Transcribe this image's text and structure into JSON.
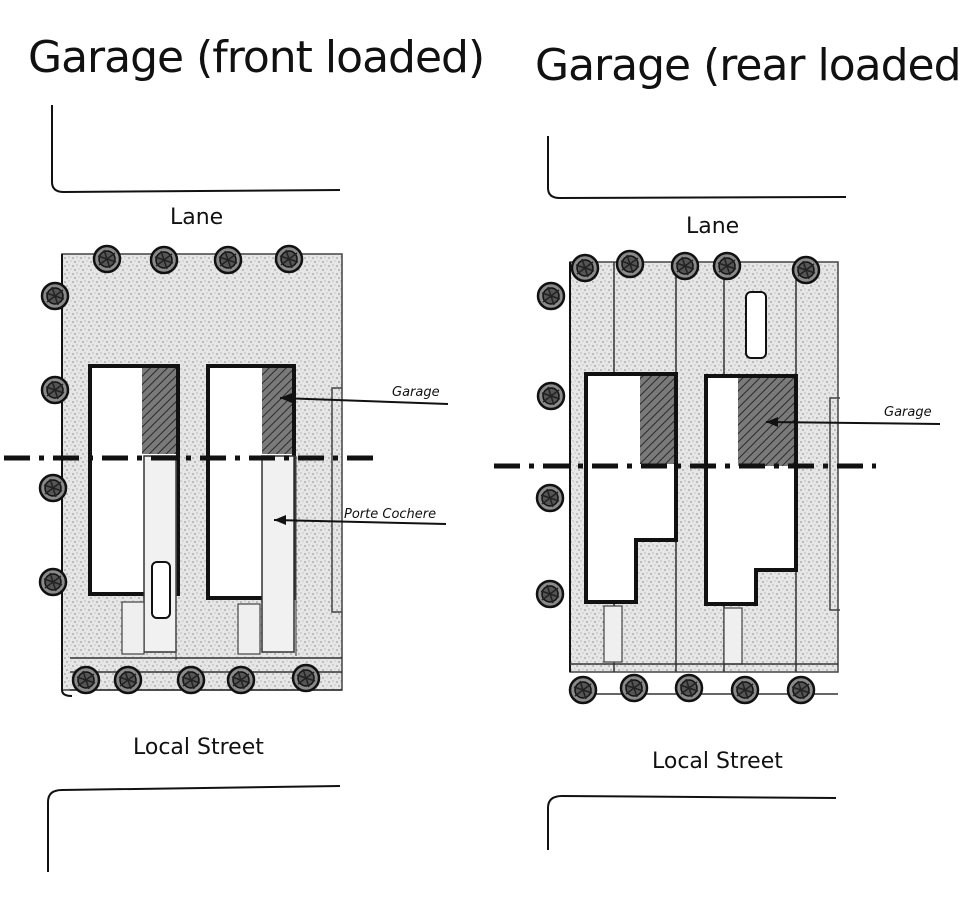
{
  "panels": [
    {
      "title": "Garage (front loaded)",
      "lane_label": "Lane",
      "street_label": "Local Street",
      "callouts": [
        "Garage",
        "Porte Cochere"
      ]
    },
    {
      "title": "Garage (rear loaded)",
      "lane_label": "Lane",
      "street_label": "Local Street",
      "callouts": [
        "Garage"
      ]
    }
  ],
  "colors": {
    "ink": "#111111",
    "stipple": "#9a9a9a",
    "lot_fill": "#d9d9d9",
    "house_fill": "#ffffff",
    "garage_fill": "#6f6f6f"
  }
}
